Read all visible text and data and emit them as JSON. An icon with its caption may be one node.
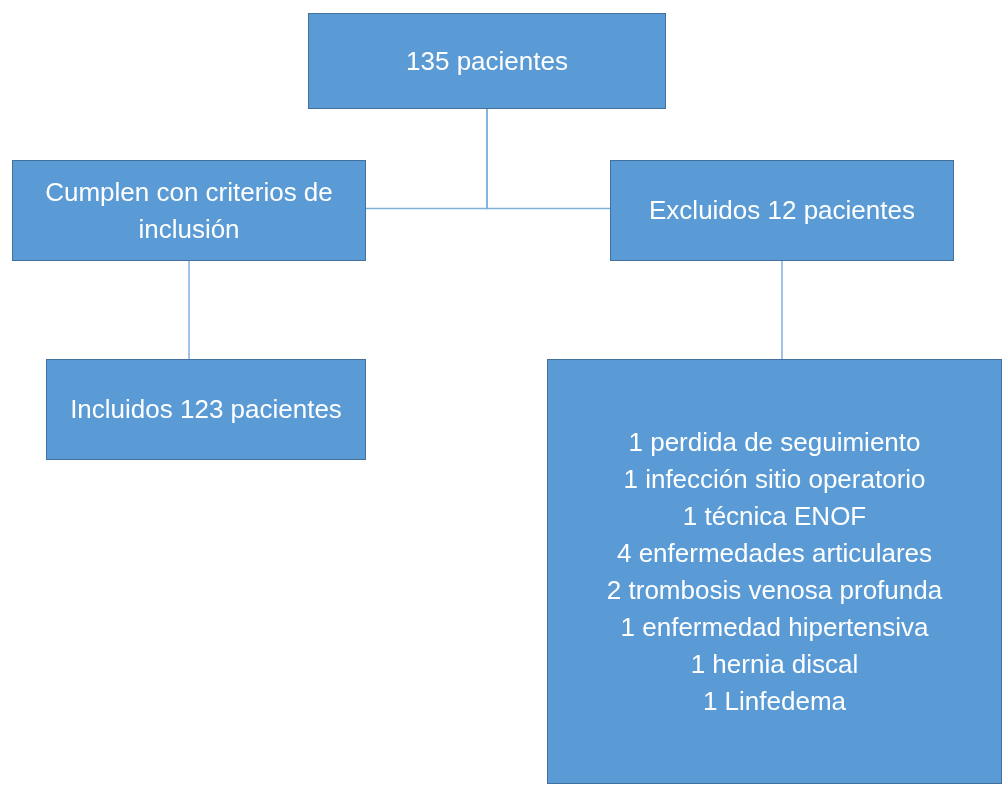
{
  "diagram": {
    "nodes": [
      {
        "text": [
          "135 pacientes"
        ]
      },
      {
        "text": [
          "Cumplen con criterios de inclusión"
        ]
      },
      {
        "text": [
          "Excluidos 12 pacientes"
        ]
      },
      {
        "text": [
          "Incluidos 123 pacientes"
        ]
      },
      {
        "text": [
          "1 perdida de seguimiento",
          "1 infección sitio operatorio",
          "1 técnica ENOF",
          "4 enfermedades articulares",
          "2 trombosis venosa profunda",
          "1 enfermedad hipertensiva",
          "1 hernia discal",
          "1 Linfedema"
        ]
      }
    ],
    "edges": [
      {
        "from": 0,
        "to": 1,
        "arrow": "none"
      },
      {
        "from": 0,
        "to": 2,
        "arrow": "none"
      },
      {
        "from": 1,
        "to": 3,
        "arrow": "none"
      },
      {
        "from": 2,
        "to": 4,
        "arrow": "none"
      }
    ]
  }
}
